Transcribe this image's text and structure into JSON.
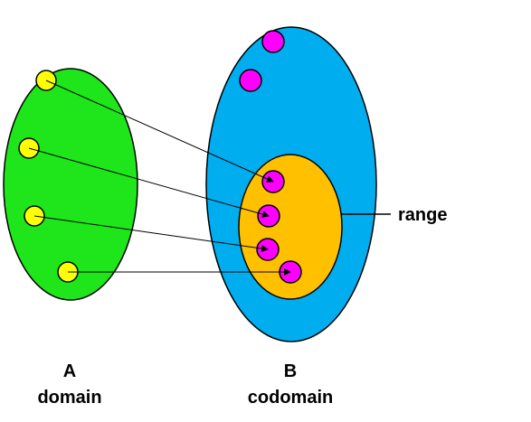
{
  "labels": {
    "set_a_name": "A",
    "set_a_role": "domain",
    "set_b_name": "B",
    "set_b_role": "codomain",
    "range": "range"
  },
  "colors": {
    "domain_fill": "#1fe61a",
    "codomain_fill": "#00aeef",
    "range_fill": "#ffc000",
    "domain_point": "#ffff00",
    "codomain_point": "#ff00ff",
    "outline": "#000000",
    "arrow": "#000000"
  },
  "mapping": {
    "domain_point_count": 4,
    "codomain_point_count": 6,
    "range_point_count": 4,
    "arrows": 4
  }
}
